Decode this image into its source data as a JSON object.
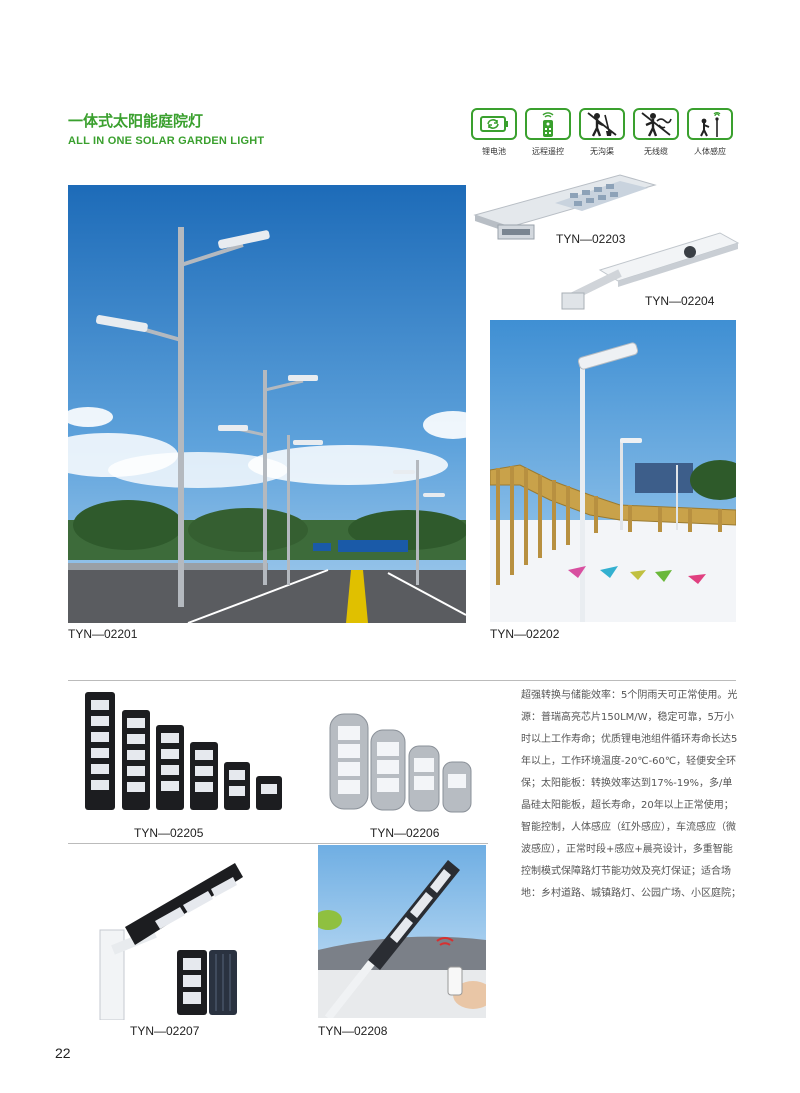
{
  "header": {
    "title_cn": "一体式太阳能庭院灯",
    "title_en": "ALL IN ONE SOLAR GARDEN LIGHT"
  },
  "feature_icons": [
    {
      "label": "锂电池",
      "icon": "battery-icon"
    },
    {
      "label": "远程遥控",
      "icon": "remote-control-icon"
    },
    {
      "label": "无沟渠",
      "icon": "no-trench-icon"
    },
    {
      "label": "无线缆",
      "icon": "no-cable-icon"
    },
    {
      "label": "人体感应",
      "icon": "motion-sensor-icon"
    }
  ],
  "products": {
    "p1": "TYN—02201",
    "p2": "TYN—02202",
    "p3": "TYN—02203",
    "p4": "TYN—02204",
    "p5": "TYN—02205",
    "p6": "TYN—02206",
    "p7": "TYN—02207",
    "p8": "TYN—02208"
  },
  "specs": {
    "text": "超强转换与储能效率：5个阴雨天可正常使用。光源：普瑞高亮芯片150LM/W，稳定可靠，5万小时以上工作寿命；优质锂电池组件循环寿命长达5年以上，工作环境温度-20℃-60℃，轻便安全环保；太阳能板：转换效率达到17%-19%，多/单晶硅太阳能板，超长寿命，20年以上正常使用；智能控制，人体感应（红外感应），车流感应（微波感应），正常时段+感应+晨亮设计，多重智能控制模式保障路灯节能功效及亮灯保证；适合场地：乡村道路、城镇路灯、公园广场、小区庭院；"
  },
  "page": {
    "number": "22"
  },
  "colors": {
    "brand_green": "#3aa02e"
  }
}
